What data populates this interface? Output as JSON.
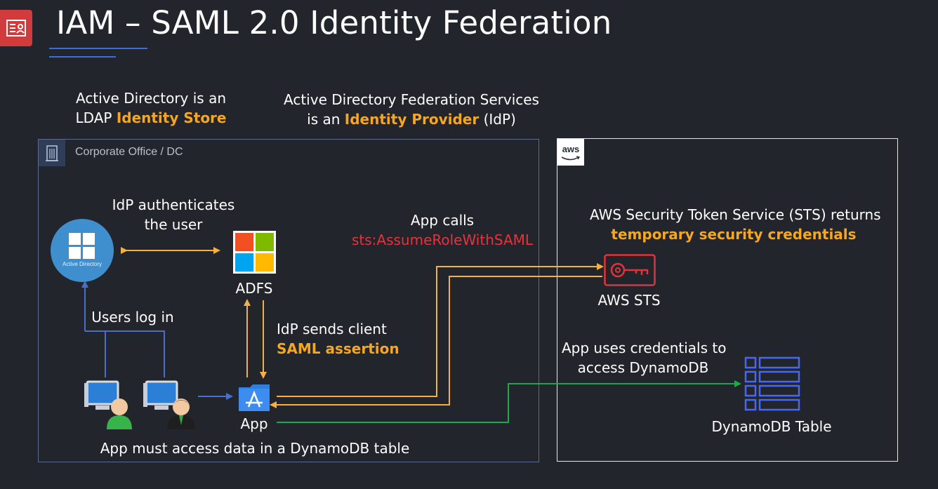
{
  "title": "IAM – SAML 2.0 Identity Federation",
  "captions": {
    "ad_line1": "Active Directory is an",
    "ad_line2_prefix": "LDAP ",
    "ad_line2_hl": "Identity Store",
    "adfs_line1": "Active Directory Federation Services",
    "adfs_line2_prefix": "is an ",
    "adfs_line2_hl": "Identity Provider",
    "adfs_line2_suffix": " (IdP)"
  },
  "corp": {
    "label": "Corporate Office / DC",
    "active_directory_icon_text": "Active Directory",
    "idp_auth_line1": "IdP authenticates",
    "idp_auth_line2": "the user",
    "adfs_label": "ADFS",
    "users_log_in": "Users log in",
    "idp_sends_line1": "IdP sends client",
    "idp_sends_hl": "SAML assertion",
    "app_label": "App",
    "app_must_access": "App must access data in a DynamoDB table",
    "app_calls_line1": "App calls",
    "app_calls_api": "sts:AssumeRoleWithSAML"
  },
  "aws": {
    "logo_text": "aws",
    "sts_line1": "AWS Security Token Service (STS) returns",
    "sts_hl": "temporary security credentials",
    "sts_label": "AWS STS",
    "uses_line1": "App uses credentials to",
    "uses_line2": "access DynamoDB",
    "dynamo_label": "DynamoDB Table"
  },
  "colors": {
    "background": "#22252c",
    "highlight": "#f5a623",
    "api_red": "#e8323b",
    "orange_arrow": "#f5b041",
    "blue_line": "#4a6fc9",
    "green_line": "#1fa84a",
    "sts_red": "#e0343c",
    "dynamo_blue": "#4a68e8"
  }
}
